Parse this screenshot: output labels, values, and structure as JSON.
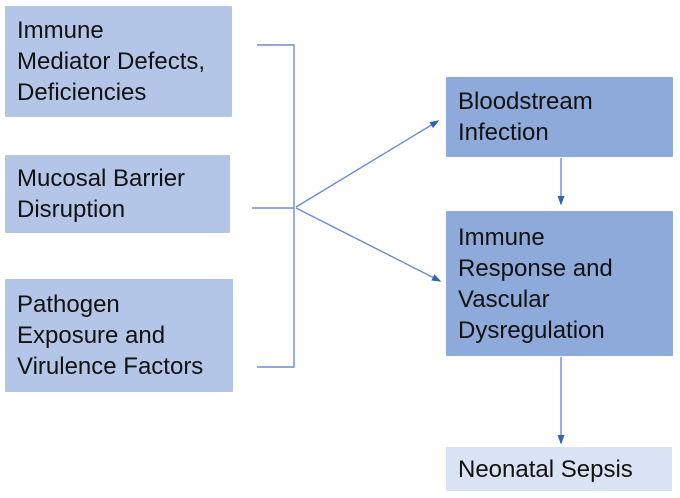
{
  "figure": {
    "type": "flow-diagram",
    "nodes": [
      {
        "id": "immune-mediator-defects",
        "label": "Immune\nMediator Defects,\nDeficiencies",
        "fill": "#b4c6e7"
      },
      {
        "id": "mucosal-barrier-disruption",
        "label": "Mucosal Barrier\nDisruption",
        "fill": "#b4c6e7"
      },
      {
        "id": "pathogen-exposure-virulence",
        "label": "Pathogen\nExposure and\nVirulence Factors",
        "fill": "#b4c6e7"
      },
      {
        "id": "bloodstream-infection",
        "label": "Bloodstream\nInfection",
        "fill": "#8eaadb"
      },
      {
        "id": "immune-response-vascular-dysregulation",
        "label": "Immune\nResponse and\nVascular\nDysregulation",
        "fill": "#8eaadb"
      },
      {
        "id": "neonatal-sepsis",
        "label": "Neonatal Sepsis",
        "fill": "#dae3f3"
      }
    ],
    "connections": [
      {
        "from": [
          "immune-mediator-defects",
          "mucosal-barrier-disruption",
          "pathogen-exposure-virulence"
        ],
        "to": "bloodstream-infection",
        "style": "bracket-arrow"
      },
      {
        "from": [
          "immune-mediator-defects",
          "mucosal-barrier-disruption",
          "pathogen-exposure-virulence"
        ],
        "to": "immune-response-vascular-dysregulation",
        "style": "bracket-arrow"
      },
      {
        "from": "bloodstream-infection",
        "to": "immune-response-vascular-dysregulation",
        "style": "arrow"
      },
      {
        "from": "immune-response-vascular-dysregulation",
        "to": "neonatal-sepsis",
        "style": "arrow"
      }
    ],
    "colors": {
      "box_light": "#b4c6e7",
      "box_medium": "#8eaadb",
      "box_pale": "#dae3f3",
      "connector_line": "#6b8dd2",
      "arrowhead": "#3263b4",
      "text_color": "#111111"
    }
  }
}
